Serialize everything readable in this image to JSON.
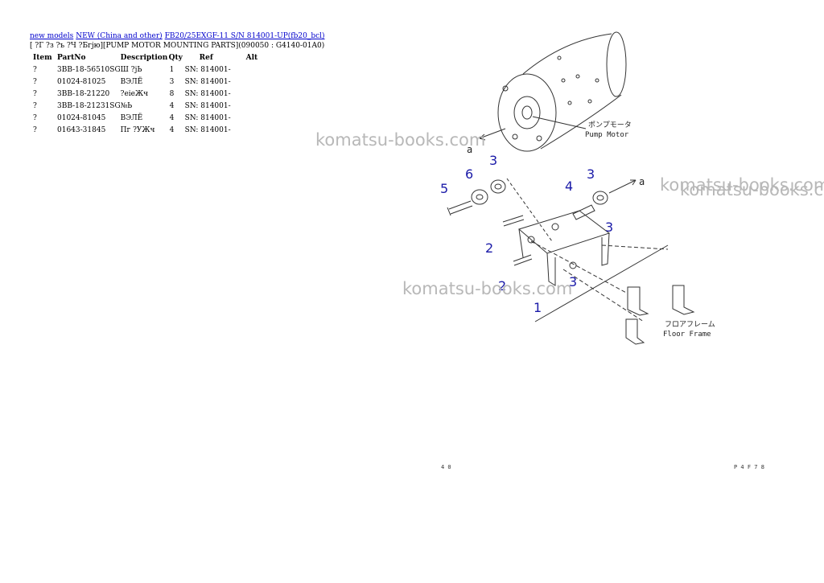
{
  "breadcrumb": {
    "links": [
      "new models",
      "NEW (China and other)",
      "FB20/25EXGF-11 S/N 814001-UP(fb20_bcl)"
    ]
  },
  "heading": "[ ?Г ?з ?ъ ?Ч ?Бгјю][PUMP MOTOR MOUNTING PARTS](090050 : G4140-01A0)",
  "table": {
    "columns": [
      "Item",
      "PartNo",
      "Description",
      "Qty",
      "Ref",
      "Alt"
    ],
    "rows": [
      {
        "item": "?",
        "part": "3BB-18-56510SG",
        "desc": "Ш ?јЬ",
        "qty": "1",
        "ref": "SN: 814001-",
        "alt": ""
      },
      {
        "item": "?",
        "part": "01024-81025",
        "desc": "ВЭЛЁ",
        "qty": "3",
        "ref": "SN: 814001-",
        "alt": ""
      },
      {
        "item": "?",
        "part": "3BB-18-21220",
        "desc": "?eieЖч",
        "qty": "8",
        "ref": "SN: 814001-",
        "alt": ""
      },
      {
        "item": "?",
        "part": "3BB-18-21231SG",
        "desc": "№Ь",
        "qty": "4",
        "ref": "SN: 814001-",
        "alt": ""
      },
      {
        "item": "?",
        "part": "01024-81045",
        "desc": "ВЭЛЁ",
        "qty": "4",
        "ref": "SN: 814001-",
        "alt": ""
      },
      {
        "item": "?",
        "part": "01643-31845",
        "desc": "Пг ?УЖч",
        "qty": "4",
        "ref": "SN: 814001-",
        "alt": ""
      }
    ]
  },
  "watermark": "komatsu-books.com",
  "drawing": {
    "motor_jp": "ポンプモータ",
    "motor_en": "Pump Motor",
    "frame_jp": "フロアフレーム",
    "frame_en": "Floor Frame",
    "arrow_a": "a",
    "callouts": [
      "1",
      "2",
      "2",
      "3",
      "3",
      "3",
      "3",
      "4",
      "5",
      "6"
    ],
    "corner_bottom_left": "4 0",
    "corner_bottom_right": "P 4 F 7 8"
  },
  "colors": {
    "link": "#0000cc",
    "callout": "#1a1aa8",
    "watermark": "#b8b8b8"
  }
}
